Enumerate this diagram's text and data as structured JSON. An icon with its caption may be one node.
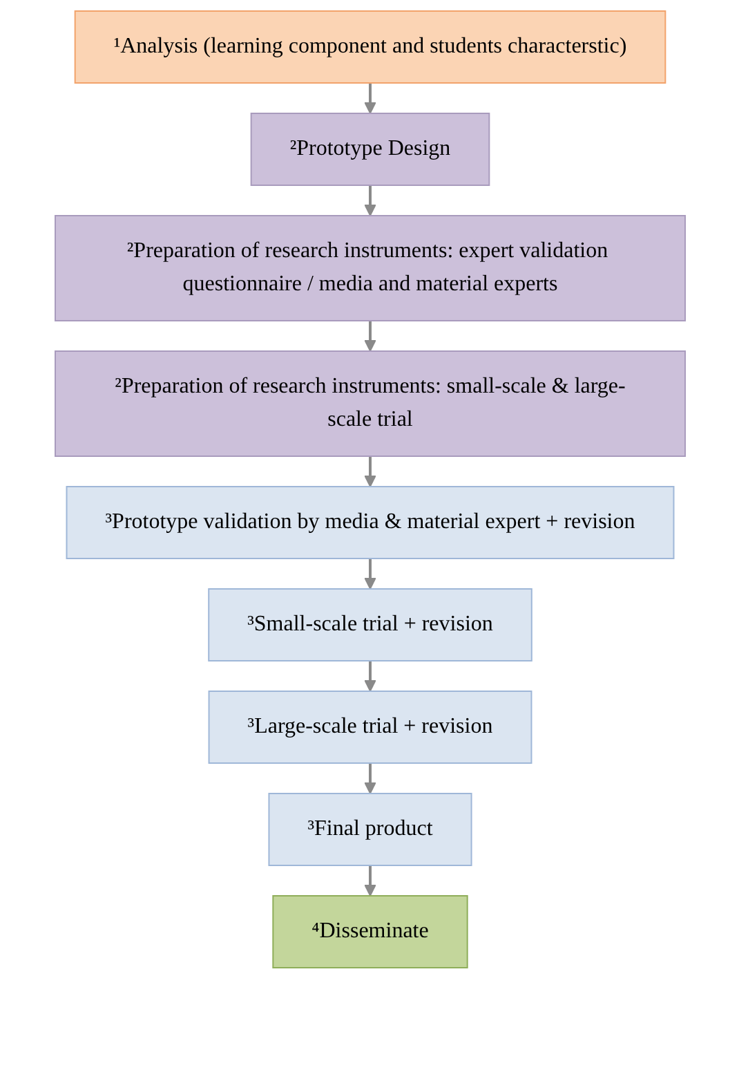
{
  "diagram": {
    "nodes": [
      {
        "text": [
          "¹Analysis (learning component and students characterstic)"
        ]
      },
      {
        "text": [
          "²Prototype Design"
        ]
      },
      {
        "text": [
          "²Preparation of research instruments: expert validation questionnaire / media and material experts"
        ]
      },
      {
        "text": [
          "²Preparation of research instruments: small-scale & large-scale trial"
        ]
      },
      {
        "text": [
          "³Prototype validation by media & material expert + revision"
        ]
      },
      {
        "text": [
          "³Small-scale trial + revision"
        ]
      },
      {
        "text": [
          "³Large-scale trial + revision"
        ]
      },
      {
        "text": [
          "³Final product"
        ]
      },
      {
        "text": [
          "⁴Disseminate"
        ]
      }
    ],
    "edges": [
      {
        "from": 0,
        "to": 1,
        "arrow": "to"
      },
      {
        "from": 1,
        "to": 2,
        "arrow": "to"
      },
      {
        "from": 2,
        "to": 3,
        "arrow": "to"
      },
      {
        "from": 3,
        "to": 4,
        "arrow": "to"
      },
      {
        "from": 4,
        "to": 5,
        "arrow": "to"
      },
      {
        "from": 5,
        "to": 6,
        "arrow": "to"
      },
      {
        "from": 6,
        "to": 7,
        "arrow": "to"
      },
      {
        "from": 7,
        "to": 8,
        "arrow": "to"
      }
    ]
  }
}
